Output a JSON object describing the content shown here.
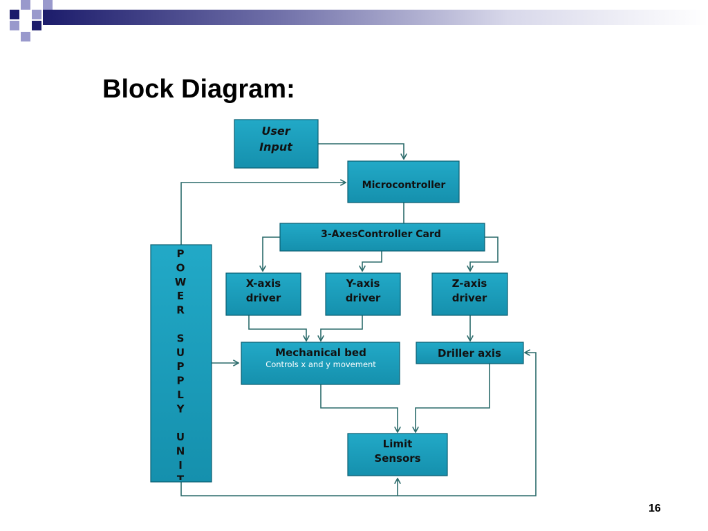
{
  "slide": {
    "title": "Block Diagram:",
    "page_number": "16"
  },
  "colors": {
    "box_fill": "#1a9ab8",
    "box_stroke": "#0a5d70",
    "line": "#2a6a6a",
    "deco_dark": "#1c1c6b",
    "deco_light": "#9999cc"
  },
  "nodes": {
    "user_input": {
      "lines": [
        "User",
        "Input"
      ]
    },
    "microcontroller": {
      "lines": [
        "Microcontroller"
      ]
    },
    "controller_card": {
      "lines": [
        "3-AxesController Card"
      ]
    },
    "x_driver": {
      "lines": [
        "X-axis",
        "driver"
      ]
    },
    "y_driver": {
      "lines": [
        "Y-axis",
        "driver"
      ]
    },
    "z_driver": {
      "lines": [
        "Z-axis",
        "driver"
      ]
    },
    "mechanical_bed": {
      "title": "Mechanical bed",
      "subtitle": "Controls x and y movement"
    },
    "driller_axis": {
      "lines": [
        "Driller axis"
      ]
    },
    "limit_sensors": {
      "lines": [
        "Limit",
        "Sensors"
      ]
    },
    "power_supply": {
      "letters": [
        "P",
        "O",
        "W",
        "E",
        "R",
        "",
        "S",
        "U",
        "P",
        "P",
        "L",
        "Y",
        "",
        "U",
        "N",
        "I",
        "T"
      ]
    }
  }
}
